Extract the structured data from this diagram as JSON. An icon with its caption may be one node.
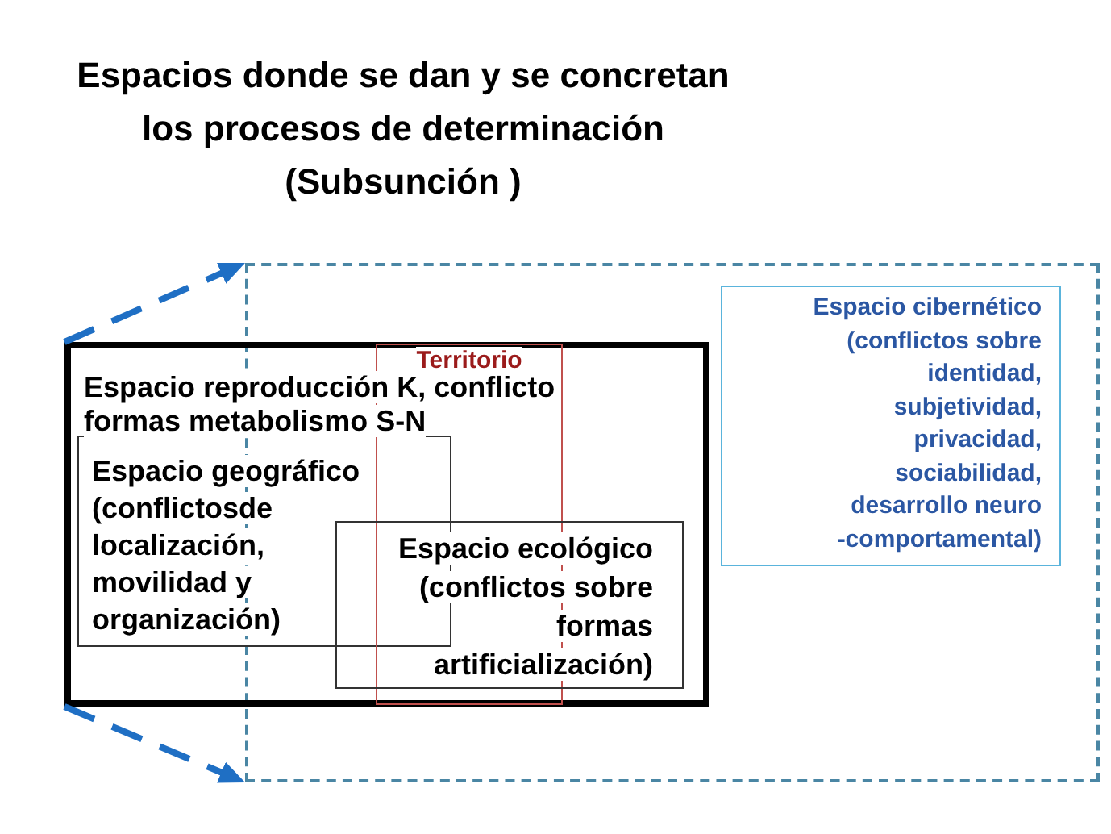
{
  "diagram": {
    "title": "Espacios donde se dan y se concretan los procesos de determinación (Subsunción )",
    "nodes": [
      {
        "text": [],
        "shape": "box"
      },
      {
        "text": [
          "Espacio cibernético",
          "(conflictos sobre identidad, subjetividad, privacidad, sociabilidad, desarrollo neuro -comportamental)"
        ],
        "in": 0
      },
      {
        "text": [
          "Espacio reproducción K, conflicto formas metabolismo S-N"
        ]
      },
      {
        "text": [
          "Territorio"
        ]
      },
      {
        "text": [
          "Espacio geográfico",
          "(conflictosde localización, movilidad y organización)"
        ],
        "in": 2
      },
      {
        "text": [
          "Espacio ecológico",
          "(conflictos sobre formas artificialización)"
        ]
      }
    ],
    "edges": [
      {
        "from": 2,
        "to": 0,
        "arrow": "to",
        "style": "dashed"
      },
      {
        "from": 2,
        "to": 0,
        "arrow": "to",
        "style": "dashed"
      }
    ]
  }
}
